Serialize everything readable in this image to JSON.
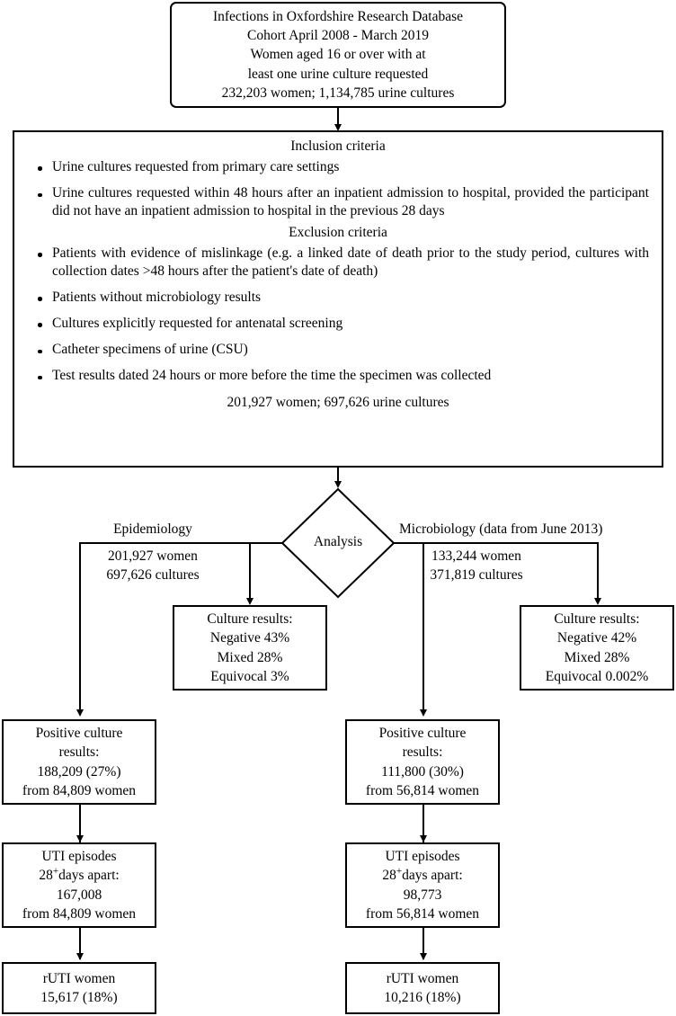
{
  "diagram": {
    "title": "Infections in Oxfordshire Research Database cohort flow diagram",
    "type": "flowchart"
  },
  "cohort_box": {
    "lines": [
      "Infections in Oxfordshire Research Database",
      "Cohort April 2008 - March 2019",
      "Women aged 16 or over with at",
      "least one urine culture requested",
      "232,203 women; 1,134,785 urine cultures"
    ]
  },
  "criteria_box": {
    "inclusion_heading": "Inclusion criteria",
    "inclusion_items": [
      "Urine cultures requested from primary care settings",
      "Urine cultures requested within 48 hours after an inpatient admission to hospital, provided the participant did not have an inpatient admission to hospital in the previous 28 days"
    ],
    "exclusion_heading": "Exclusion criteria",
    "exclusion_items": [
      "Patients with evidence of mislinkage (e.g. a linked date of death prior to the study period, cultures with collection dates >48 hours after the patient's date of death)",
      "Patients without microbiology results",
      "Cultures explicitly requested for antenatal screening",
      "Catheter specimens of urine (CSU)",
      "Test results dated 24 hours or more before the time the specimen was collected"
    ],
    "footer": "201,927 women; 697,626 urine cultures"
  },
  "analysis_node": {
    "label": "Analysis"
  },
  "epidemiology": {
    "heading": "Epidemiology",
    "counts": [
      "201,927 women",
      "697,626 cultures"
    ],
    "culture_results": {
      "title": "Culture results:",
      "rows": [
        "Negative 43%",
        "Mixed 28%",
        "Equivocal 3%"
      ]
    },
    "positive_culture": {
      "lines": [
        "Positive culture",
        "results:",
        "188,209 (27%)",
        "from 84,809 women"
      ]
    },
    "uti_episodes": {
      "line1": "UTI episodes",
      "line2_prefix": "28",
      "line2_sup": "+",
      "line2_suffix": "days apart:",
      "line3": "167,008",
      "line4": "from 84,809 women"
    },
    "ruti": {
      "line1": "rUTI women",
      "line2": "15,617 (18%)"
    }
  },
  "microbiology": {
    "heading": "Microbiology (data from June 2013)",
    "counts": [
      "133,244 women",
      "371,819 cultures"
    ],
    "culture_results": {
      "title": "Culture results:",
      "rows": [
        "Negative 42%",
        "Mixed 28%",
        "Equivocal 0.002%"
      ]
    },
    "positive_culture": {
      "lines": [
        "Positive culture",
        "results:",
        "111,800 (30%)",
        "from 56,814 women"
      ]
    },
    "uti_episodes": {
      "line1": "UTI episodes",
      "line2_prefix": "28",
      "line2_sup": "+",
      "line2_suffix": "days apart:",
      "line3": "98,773",
      "line4": "from 56,814 women"
    },
    "ruti": {
      "line1": "rUTI women",
      "line2": "10,216 (18%)"
    }
  },
  "colors": {
    "stroke": "#000000",
    "background": "#ffffff"
  }
}
